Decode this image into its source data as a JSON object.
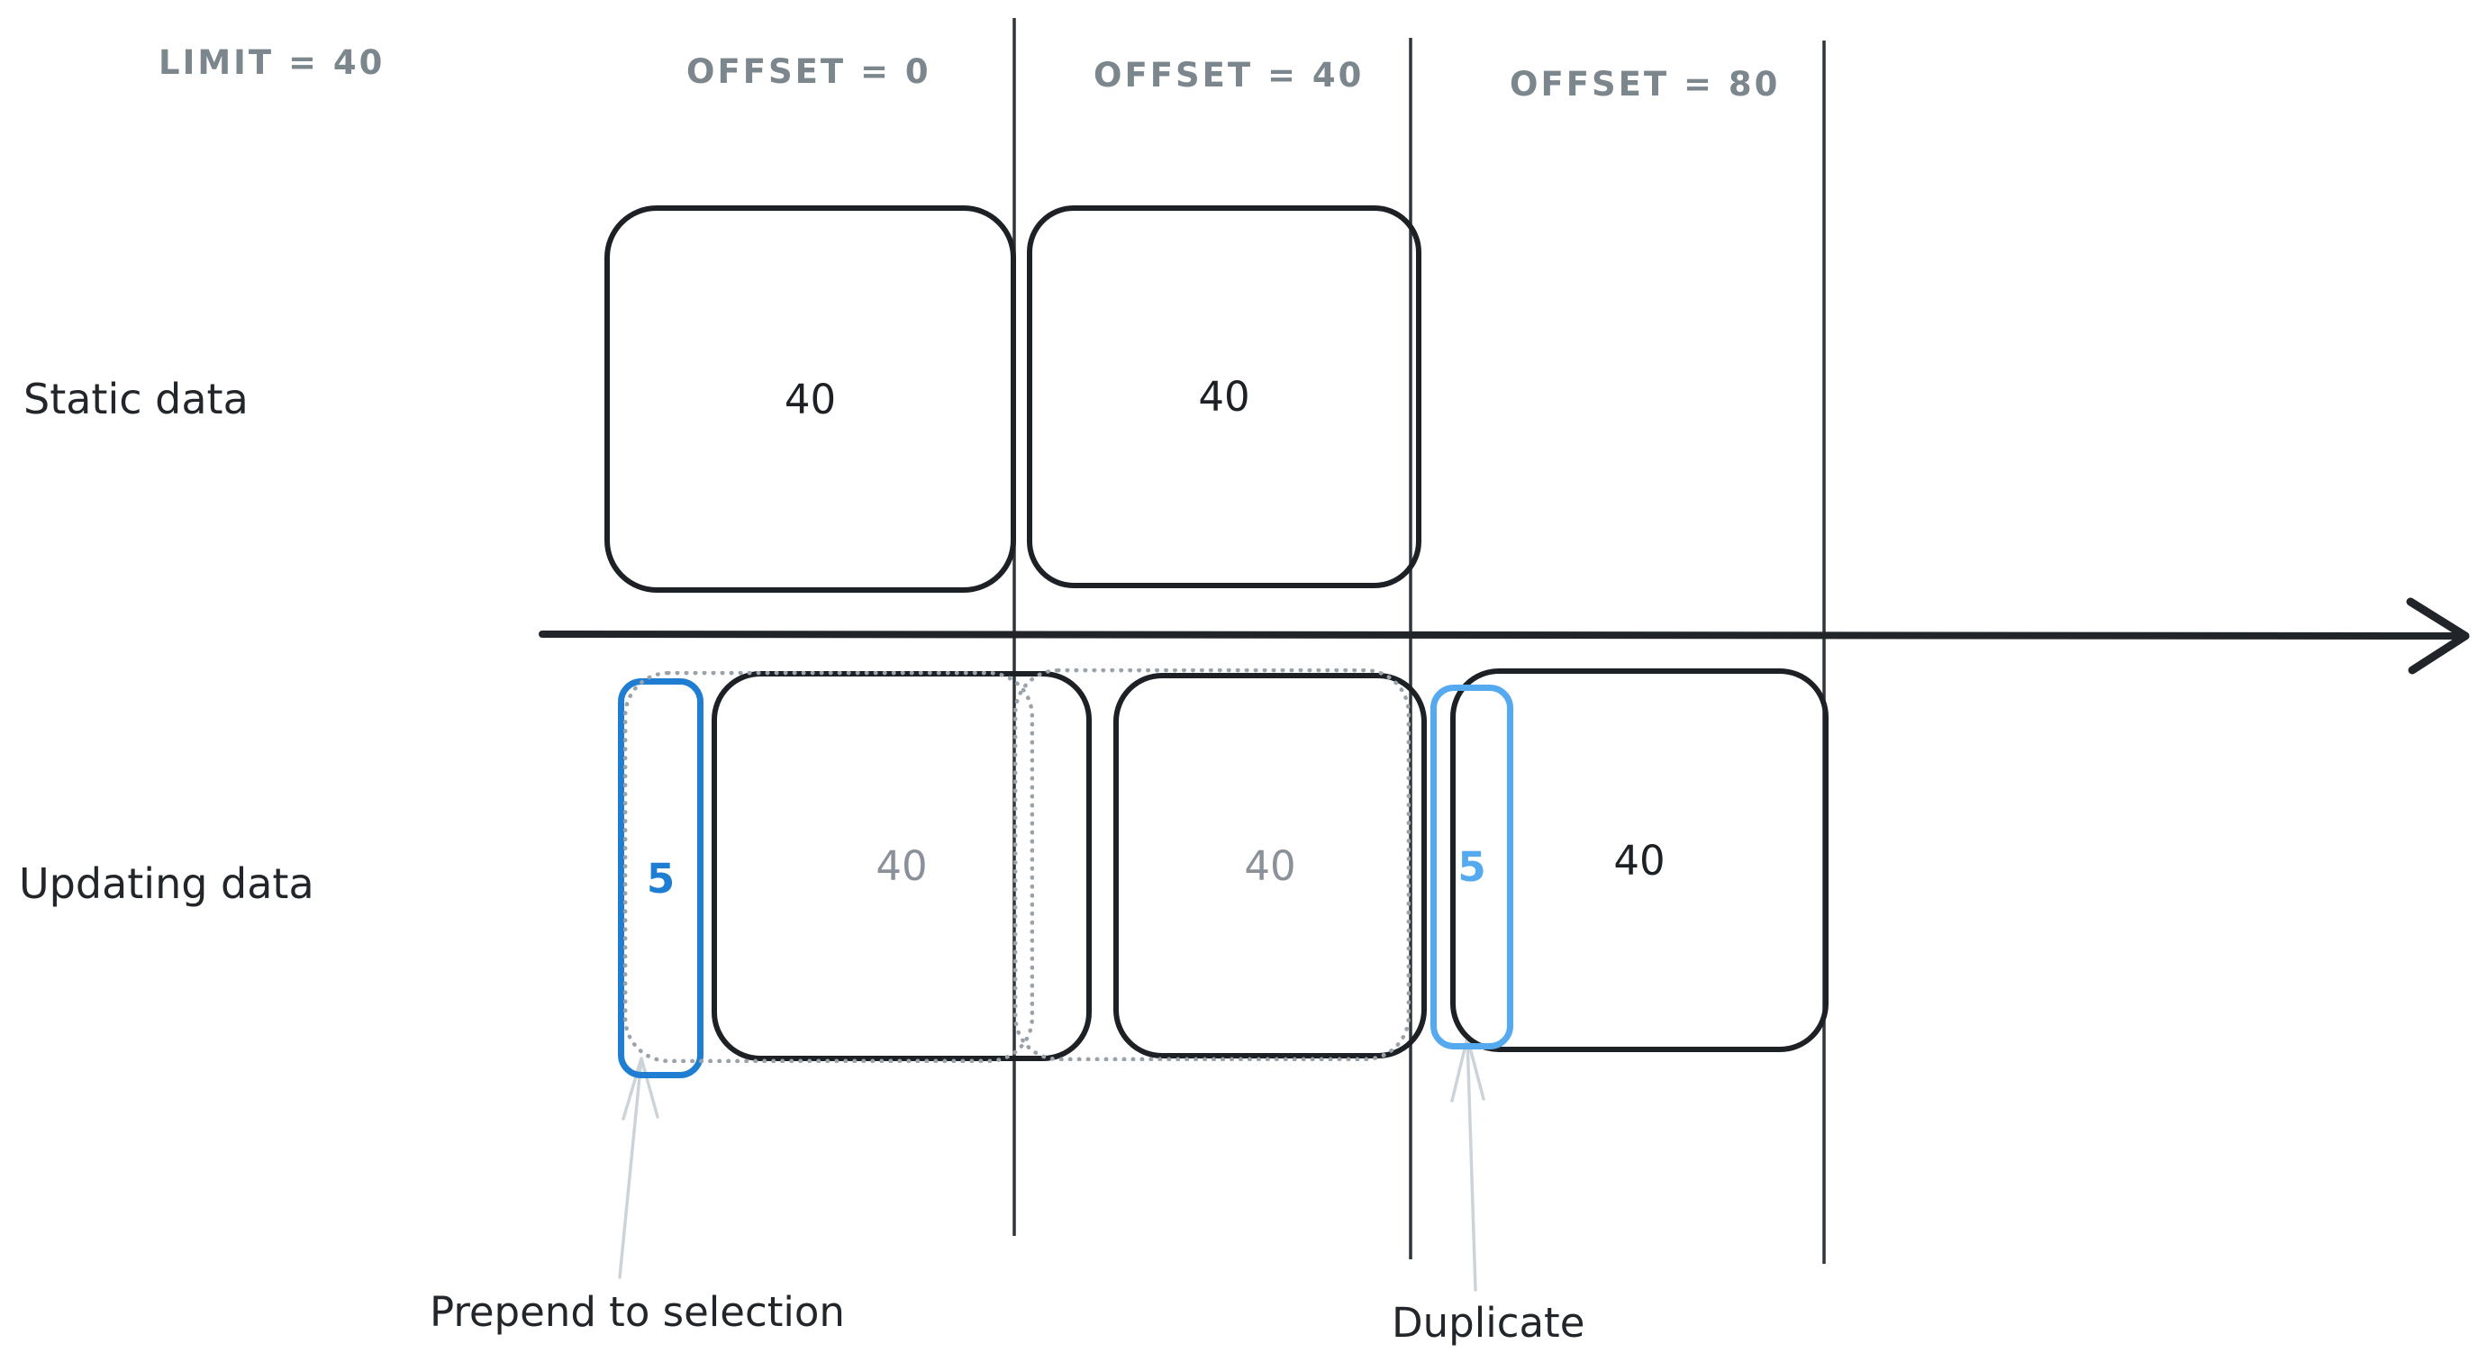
{
  "diagram": {
    "title_row": {
      "limit_label": "LIMIT = 40",
      "offset_labels": [
        "OFFSET = 0",
        "OFFSET = 40",
        "OFFSET = 80"
      ]
    },
    "row_labels": {
      "static": "Static data",
      "updating": "Updating data"
    },
    "static_row": {
      "pages": [
        {
          "count": "40"
        },
        {
          "count": "40"
        }
      ]
    },
    "updating_row": {
      "prepended": {
        "count": "5"
      },
      "pages": [
        {
          "count": "40"
        },
        {
          "count": "40"
        },
        {
          "count": "40"
        }
      ],
      "duplicated": {
        "count": "5"
      }
    },
    "annotations": {
      "prepend": "Prepend to selection",
      "duplicate": "Duplicate"
    },
    "colors": {
      "ink": "#1d2125",
      "muted_gray": "#7c868d",
      "value_gray": "#8a9199",
      "ghost_gray": "#9aa2aa",
      "arrow_gray": "#ccd4d9",
      "accent_blue": "#1f7ed2",
      "accent_blue_light": "#55a9ef"
    }
  }
}
